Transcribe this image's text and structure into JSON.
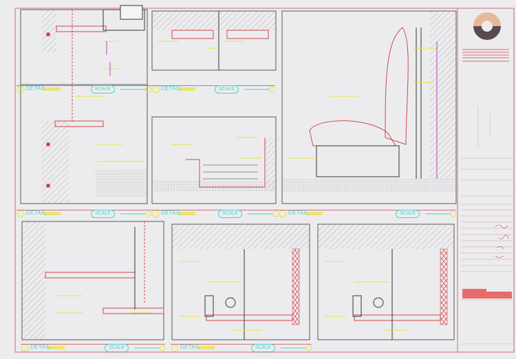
{
  "sheet": {
    "detail_bars": [
      {
        "detail": "DETAIL",
        "scale": "SCALE"
      },
      {
        "detail": "DETAIL",
        "scale": "SCALE"
      },
      {
        "detail": "DETAIL",
        "scale": "SCALE"
      },
      {
        "detail": "DETAIL",
        "scale": "SCALE"
      },
      {
        "detail": "DETAIL",
        "scale": "SCALE"
      },
      {
        "detail": "DETAIL",
        "scale": "SCALE"
      },
      {
        "detail": "DETAIL",
        "scale": "SCALE"
      }
    ]
  },
  "colors": {
    "border": "#d2454a",
    "cyan": "#3fd6d6",
    "yellow": "#e8e43a",
    "magenta": "#c040c0",
    "hatch": "#8a8a8a",
    "logo_top": "#e8b89a",
    "logo_bottom": "#5a4a50"
  }
}
